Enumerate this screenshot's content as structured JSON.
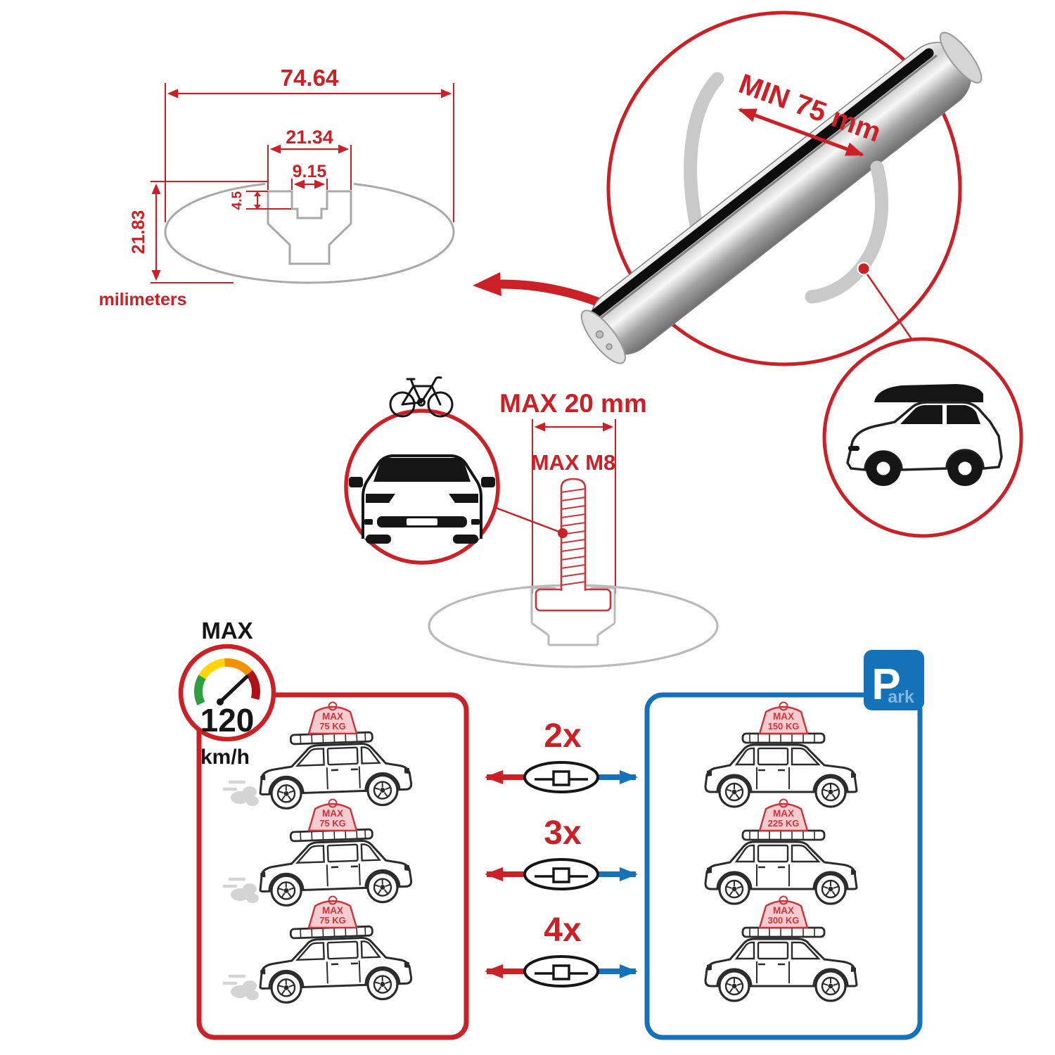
{
  "colors": {
    "red": "#cc2027",
    "blue": "#1472b8",
    "ghost_gray": "#b9b9b9",
    "black": "#151515",
    "tag_fill": "#f5cdd0"
  },
  "cross_section": {
    "total_width": "74.64",
    "channel_width": "21.34",
    "slot_width": "9.15",
    "lip_depth": "4.5",
    "total_height": "21.83",
    "units_label": "milimeters"
  },
  "bar_detail": {
    "min_rail_span": "MIN 75 mm"
  },
  "bolt": {
    "max_width": "MAX 20 mm",
    "max_thread": "MAX M8"
  },
  "speed_limit": {
    "label": "MAX",
    "value": "120",
    "units": "km/h"
  },
  "park": {
    "initial": "P",
    "suffix": "ark"
  },
  "rows": [
    {
      "count": "2x",
      "drive_tag": {
        "l1": "MAX",
        "l2": "75 KG"
      },
      "park_tag": {
        "l1": "MAX",
        "l2": "150 KG"
      }
    },
    {
      "count": "3x",
      "drive_tag": {
        "l1": "MAX",
        "l2": "75 KG"
      },
      "park_tag": {
        "l1": "MAX",
        "l2": "225 KG"
      }
    },
    {
      "count": "4x",
      "drive_tag": {
        "l1": "MAX",
        "l2": "75 KG"
      },
      "park_tag": {
        "l1": "MAX",
        "l2": "300 KG"
      }
    }
  ]
}
